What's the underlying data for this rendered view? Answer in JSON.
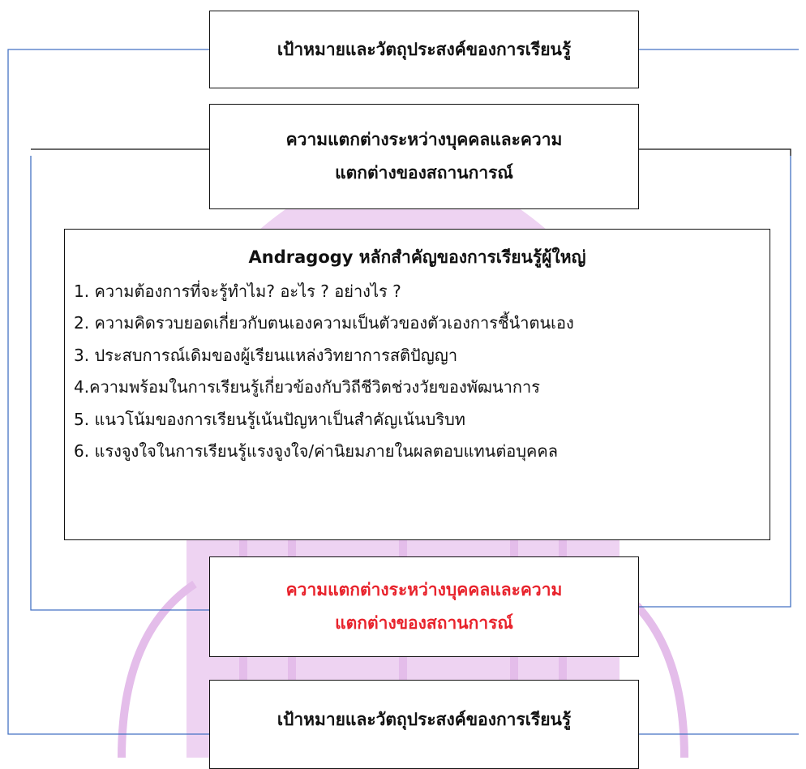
{
  "nodes": {
    "goal_top": {
      "lines": [
        "เป้าหมายและวัตถุประสงค์ของการเรียนรู้"
      ]
    },
    "differences_top": {
      "lines": [
        "ความแตกต่างระหว่างบุคคลและความ",
        "แตกต่างของสถานการณ์"
      ]
    },
    "andragogy": {
      "title": "Andragogy หลักสำคัญของการเรียนรู้ผู้ใหญ่",
      "items": [
        "1. ความต้องการที่จะรู้ทำไม? อะไร ? อย่างไร ?",
        "2. ความคิดรวบยอดเกี่ยวกับตนเองความเป็นตัวของตัวเองการชี้นำตนเอง",
        "3. ประสบการณ์เดิมของผู้เรียนแหล่งวิทยาการสติปัญญา",
        "4.ความพร้อมในการเรียนรู้เกี่ยวข้องกับวิถีชีวิตช่วงวัยของพัฒนาการ",
        "5. แนวโน้มของการเรียนรู้เน้นปัญหาเป็นสำคัญเน้นบริบท",
        "6. แรงจูงใจในการเรียนรู้แรงจูงใจ/ค่านิยมภายในผลตอบแทนต่อบุคคล"
      ]
    },
    "differences_bottom": {
      "lines": [
        "ความแตกต่างระหว่างบุคคลและความ",
        "แตกต่างของสถานการณ์"
      ],
      "color": "#e8232c"
    },
    "goal_bottom": {
      "lines": [
        "เป้าหมายและวัตถุประสงค์ของการเรียนรู้"
      ]
    }
  },
  "colors": {
    "outer_connector": "#4472c4",
    "inner_connector": "#4472c4",
    "box_border": "#111111",
    "watermark": "#e9c8ef"
  }
}
